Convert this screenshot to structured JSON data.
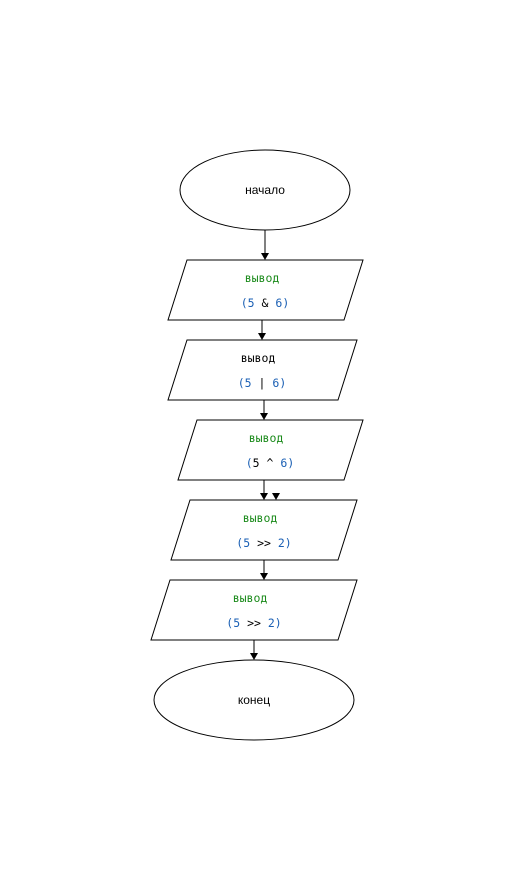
{
  "colors": {
    "keyword": "#1a8a1a",
    "number": "#1a5fb4",
    "operator": "#000000",
    "plain": "#000000"
  },
  "start": {
    "label": "начало"
  },
  "end": {
    "label": "конец"
  },
  "blocks": [
    {
      "title": "вывод",
      "title_color": "keyword",
      "open": "(",
      "left": "5",
      "op": "&",
      "right": "6",
      "close": ")"
    },
    {
      "title": "вывод",
      "title_color": "plain",
      "open": "(",
      "left": "5",
      "op": "|",
      "right": "6",
      "close": ")"
    },
    {
      "title": "вывод",
      "title_color": "keyword",
      "open": "(",
      "left": "5",
      "op": "^",
      "right": "6",
      "close": ")"
    },
    {
      "title": "вывод",
      "title_color": "keyword",
      "open": "(",
      "left": "5",
      "op": ">>",
      "right": "2",
      "close": ")"
    },
    {
      "title": "вывод",
      "title_color": "keyword",
      "open": "(",
      "left": "5",
      "op": ">>",
      "right": "2",
      "close": ")"
    }
  ]
}
